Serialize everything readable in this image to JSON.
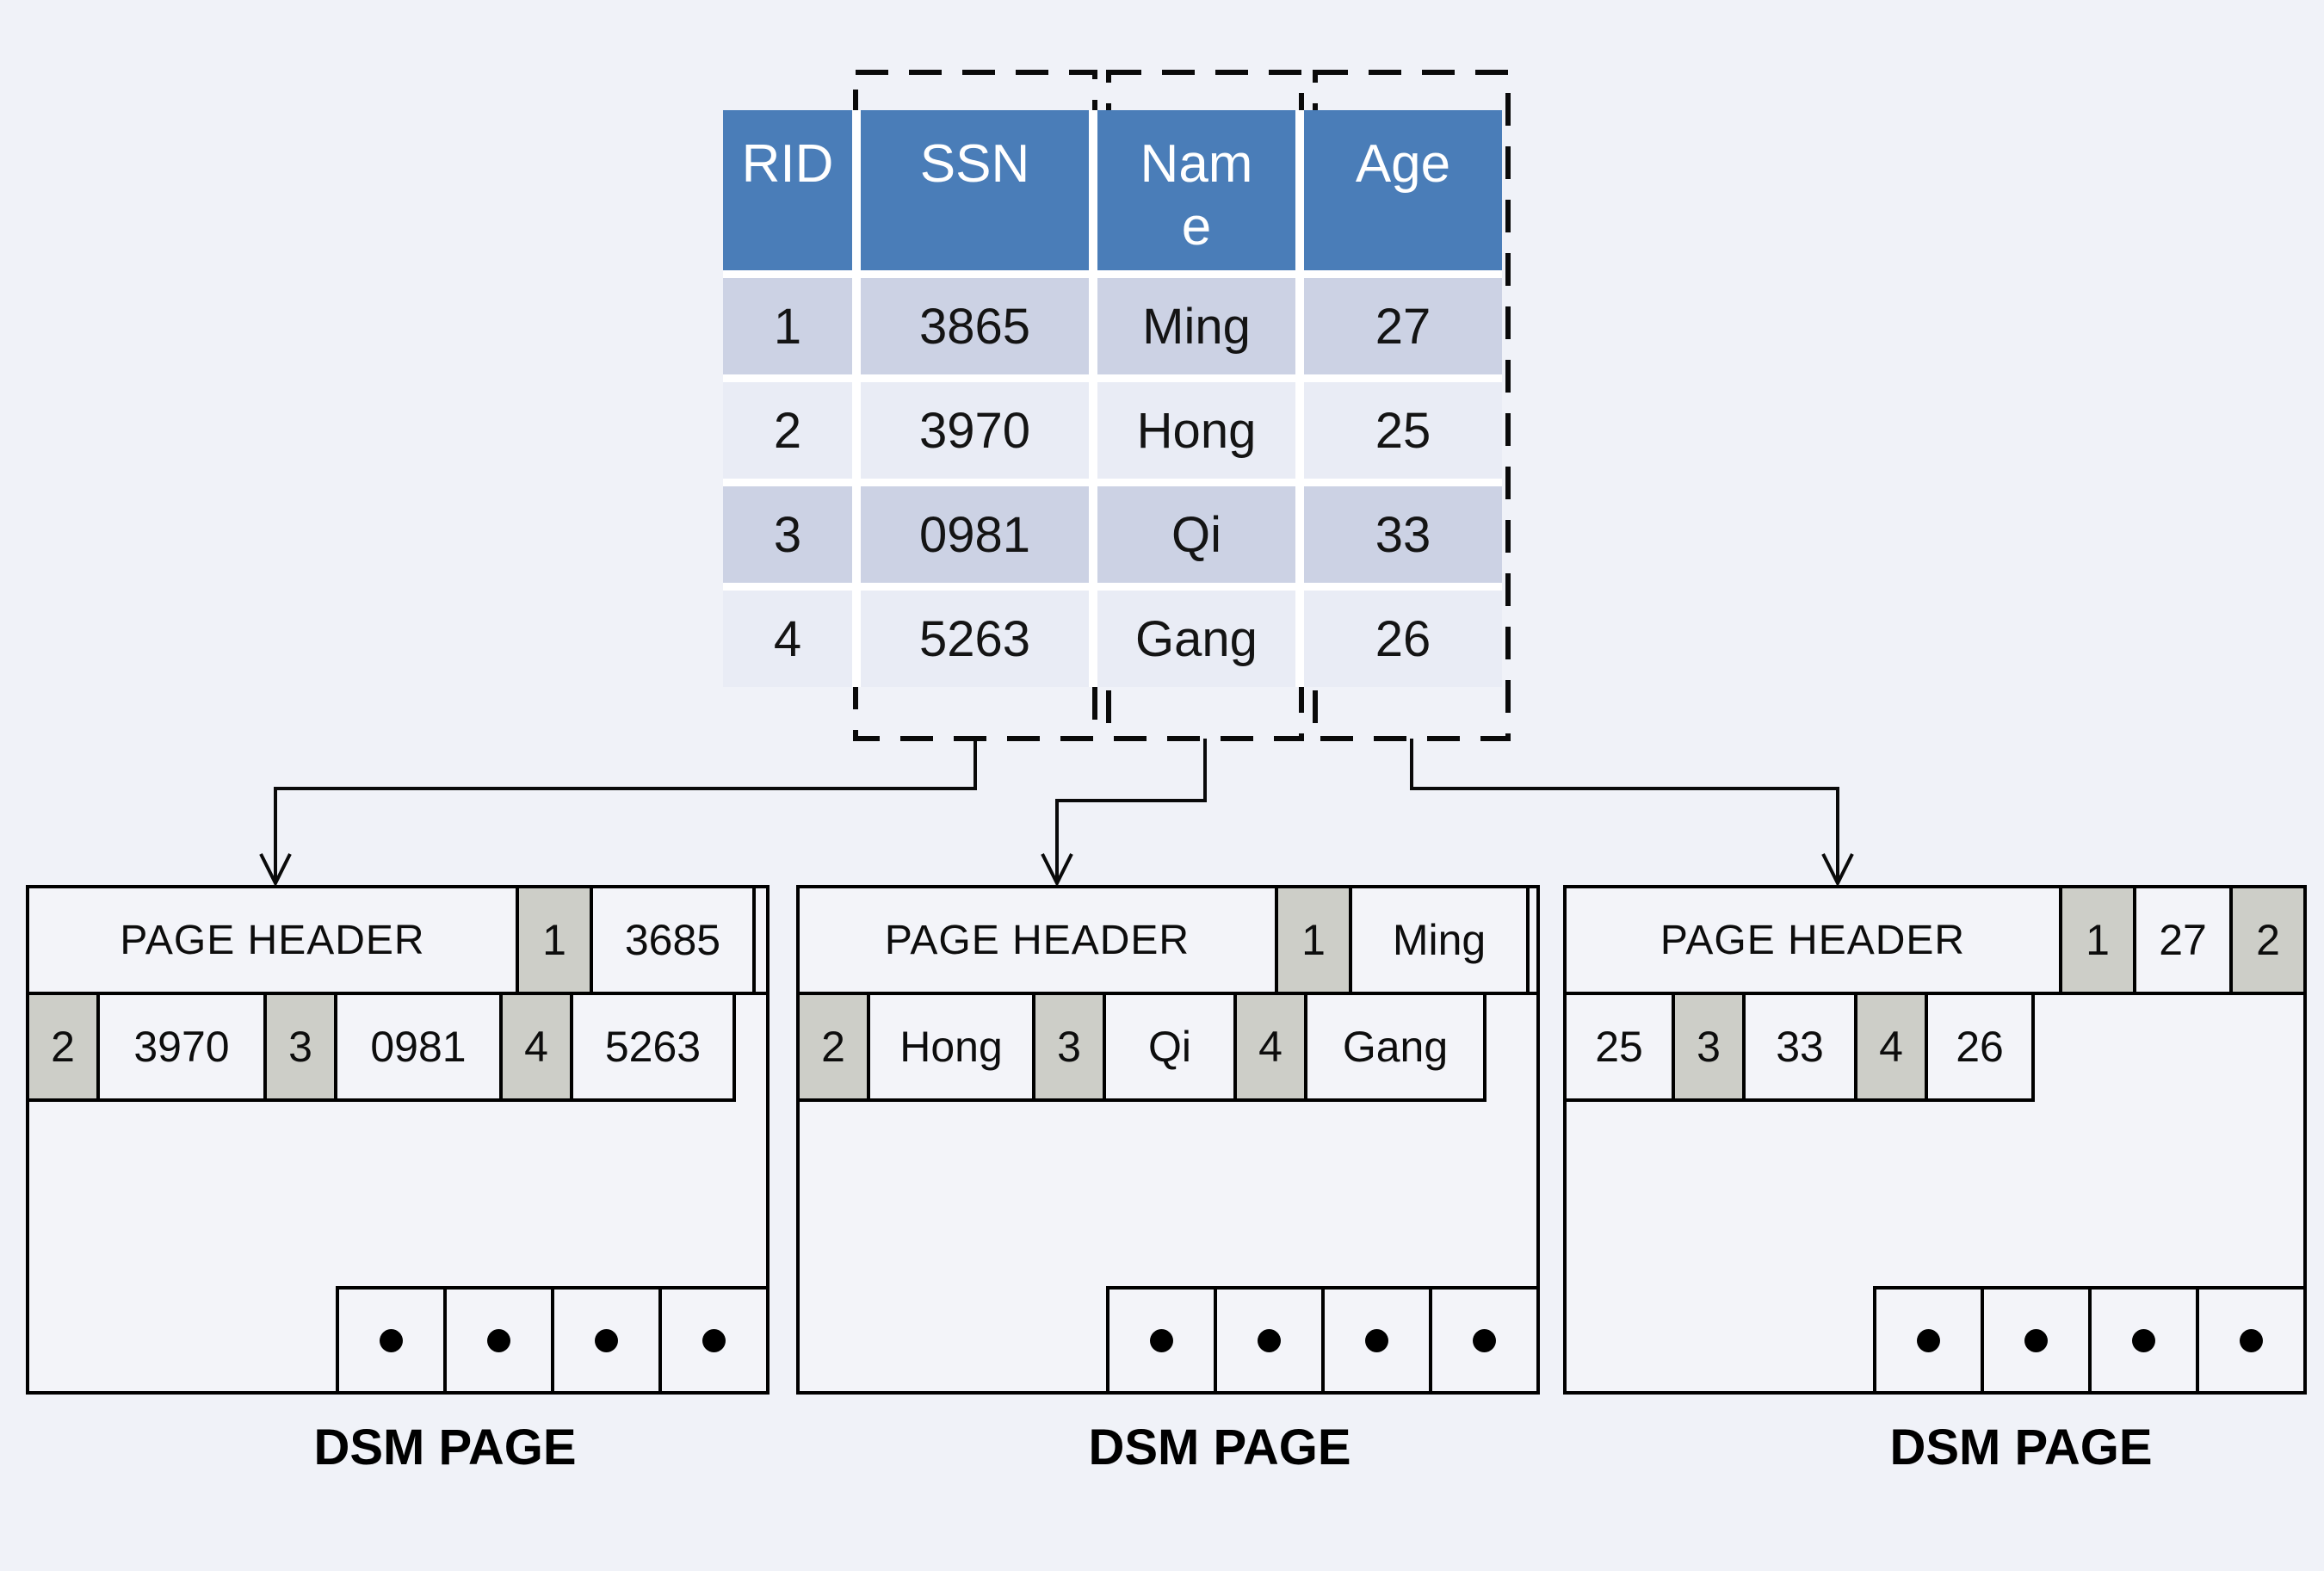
{
  "palette": {
    "background": "#f0f2f8",
    "table_header_blue": "#4a7db8",
    "table_row_dark": "#ccd2e4",
    "table_row_light": "#e9ecf5",
    "slot_gray": "#cdcec8",
    "page_fill": "#f3f4f9",
    "line_black": "#000000"
  },
  "table": {
    "columns": [
      "RID",
      "SSN",
      "Name",
      "Age"
    ],
    "rows": [
      [
        "1",
        "3865",
        "Ming",
        "27"
      ],
      [
        "2",
        "3970",
        "Hong",
        "25"
      ],
      [
        "3",
        "0981",
        "Qi",
        "33"
      ],
      [
        "4",
        "5263",
        "Gang",
        "26"
      ]
    ]
  },
  "pages": [
    {
      "caption": "DSM PAGE",
      "header_label": "PAGE HEADER",
      "top_cells": [
        {
          "type": "slot",
          "text": "1"
        },
        {
          "type": "value",
          "text": "3685"
        }
      ],
      "row_cells": [
        {
          "type": "slot",
          "text": "2"
        },
        {
          "type": "value",
          "text": "3970"
        },
        {
          "type": "slot",
          "text": "3"
        },
        {
          "type": "value",
          "text": "0981"
        },
        {
          "type": "slot",
          "text": "4"
        },
        {
          "type": "value",
          "text": "5263"
        }
      ]
    },
    {
      "caption": "DSM PAGE",
      "header_label": "PAGE HEADER",
      "top_cells": [
        {
          "type": "slot",
          "text": "1"
        },
        {
          "type": "value",
          "text": "Ming"
        }
      ],
      "row_cells": [
        {
          "type": "slot",
          "text": "2"
        },
        {
          "type": "value",
          "text": "Hong"
        },
        {
          "type": "slot",
          "text": "3"
        },
        {
          "type": "value",
          "text": "Qi"
        },
        {
          "type": "slot",
          "text": "4"
        },
        {
          "type": "value",
          "text": "Gang"
        }
      ]
    },
    {
      "caption": "DSM PAGE",
      "header_label": "PAGE HEADER",
      "top_cells": [
        {
          "type": "slot",
          "text": "1"
        },
        {
          "type": "value",
          "text": "27"
        },
        {
          "type": "slot",
          "text": "2"
        }
      ],
      "row_cells": [
        {
          "type": "value",
          "text": "25"
        },
        {
          "type": "slot",
          "text": "3"
        },
        {
          "type": "value",
          "text": "33"
        },
        {
          "type": "slot",
          "text": "4"
        },
        {
          "type": "value",
          "text": "26"
        }
      ]
    }
  ]
}
